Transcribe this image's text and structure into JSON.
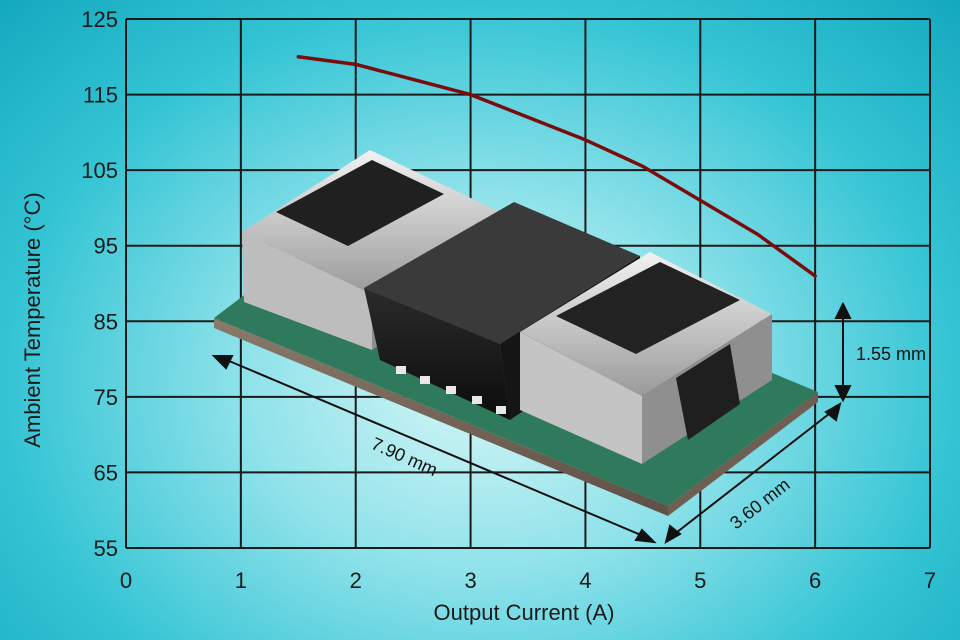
{
  "chart_data": {
    "type": "line",
    "title": "",
    "xlabel": "Output Current (A)",
    "ylabel": "Ambient Temperature (°C)",
    "xlim": [
      0,
      7
    ],
    "ylim": [
      55,
      125
    ],
    "xticks": [
      0,
      1,
      2,
      3,
      4,
      5,
      6,
      7
    ],
    "yticks": [
      55,
      65,
      75,
      85,
      95,
      105,
      115,
      125
    ],
    "grid": true,
    "legend": "none",
    "series": [
      {
        "color": "#7a0c0c",
        "x": [
          1.5,
          2.0,
          2.5,
          3.0,
          3.5,
          4.0,
          4.5,
          5.0,
          5.5,
          6.0
        ],
        "y": [
          120,
          119,
          117,
          115,
          112,
          109,
          105.5,
          101,
          96.5,
          91
        ]
      }
    ]
  },
  "dimensions": {
    "length": "7.90 mm",
    "width": "3.60 mm",
    "height": "1.55 mm"
  },
  "colors": {
    "curve": "#7a0c0c",
    "grid": "#1a1a1a",
    "pcb": "#2f7a5c"
  }
}
